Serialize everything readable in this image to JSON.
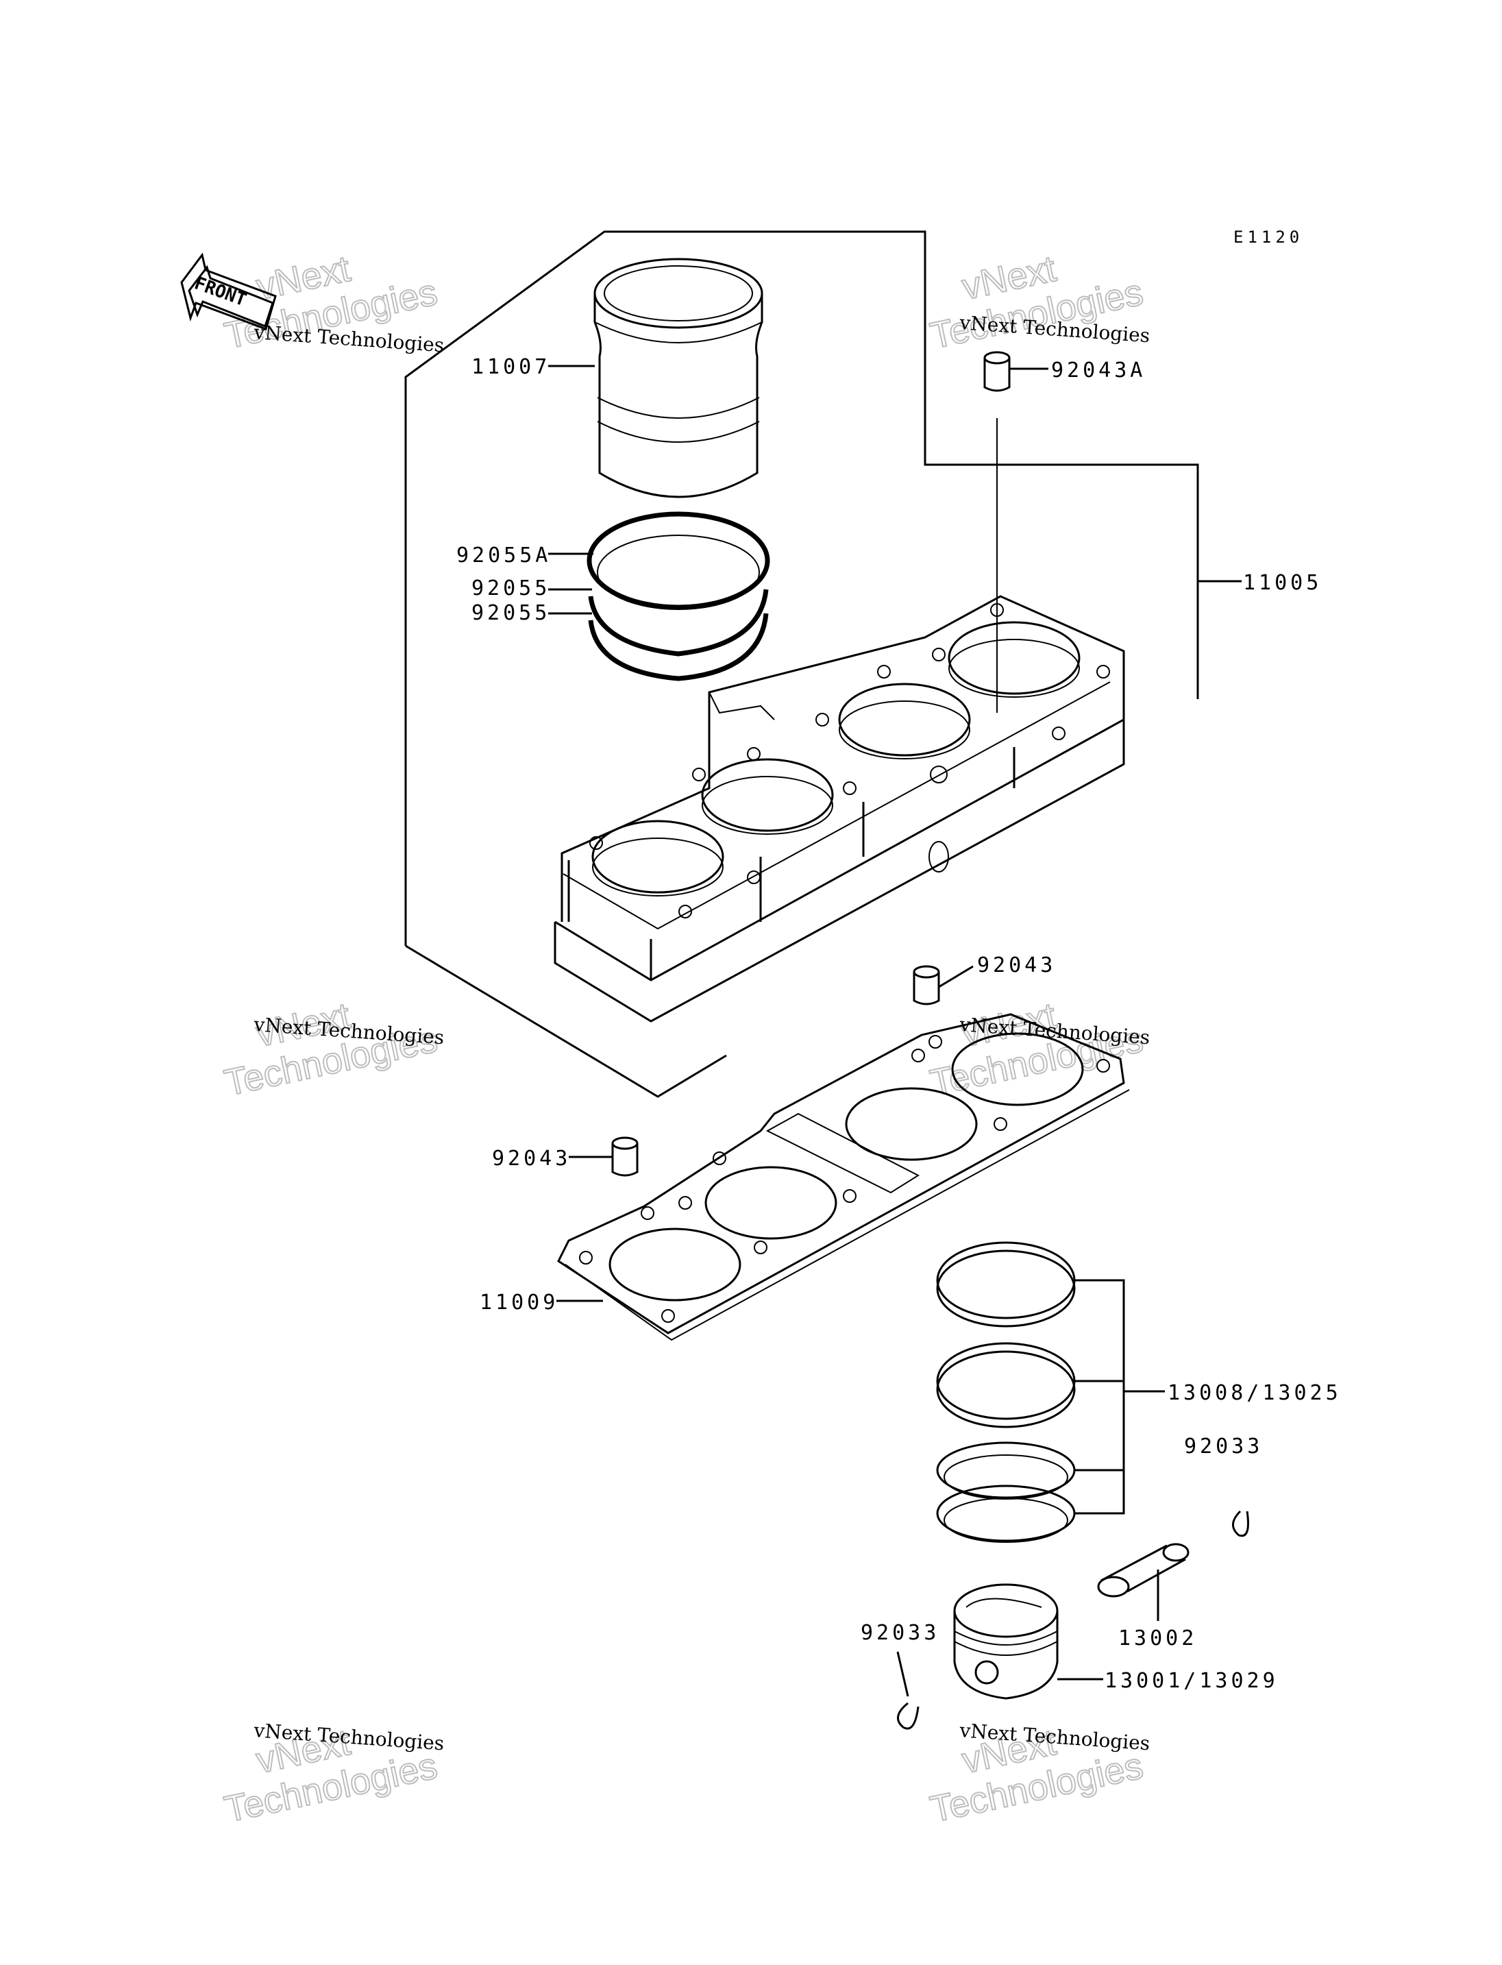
{
  "diagram_code": "E1120",
  "front_marker": "FRONT",
  "watermark": {
    "line1": "vNext Technologies",
    "line2a": "vNext",
    "line2b": "Technologies"
  },
  "parts": {
    "p11007": "11007",
    "p92043A": "92043A",
    "p92055A": "92055A",
    "p92055_1": "92055",
    "p92055_2": "92055",
    "p11005": "11005",
    "p92043_top": "92043",
    "p92043_left": "92043",
    "p11009": "11009",
    "p13008": "13008/13025",
    "p92033_right": "92033",
    "p13002": "13002",
    "p92033_left": "92033",
    "p13001": "13001/13029"
  }
}
